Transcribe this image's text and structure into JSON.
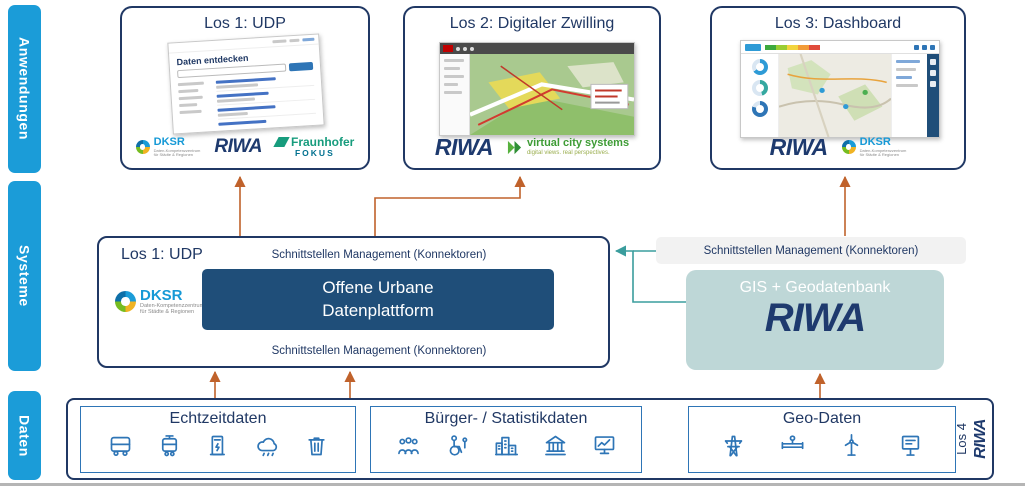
{
  "colors": {
    "accent_blue": "#1B9CD8",
    "navy": "#203864",
    "platform_blue": "#1F4E79",
    "gis_teal": "#BED7D7",
    "connector_gray": "#F2F2F2",
    "arrow_orange": "#C0622B",
    "arrow_teal": "#3A9D9D",
    "icon_blue": "#2E75B6"
  },
  "layers": {
    "applications": "Anwendungen",
    "systems": "Systeme",
    "data": "Daten"
  },
  "applications": {
    "box1": {
      "title": "Los 1: UDP",
      "screenshot_heading": "Daten entdecken"
    },
    "box2": {
      "title": "Los 2: Digitaler Zwilling"
    },
    "box3": {
      "title": "Los 3: Dashboard"
    }
  },
  "systems": {
    "udp_box": {
      "title": "Los 1: UDP",
      "connector_top": "Schnittstellen Management (Konnektoren)",
      "platform_line1": "Offene Urbane",
      "platform_line2": "Datenplattform",
      "connector_bottom": "Schnittstellen Management (Konnektoren)"
    },
    "connector_box": "Schnittstellen Management (Konnektoren)",
    "gis_box": {
      "title": "GIS + Geodatenbank",
      "logo": "RIWA"
    }
  },
  "data_layer": {
    "groups": [
      {
        "title": "Echtzeitdaten",
        "icons": [
          "bus",
          "tram",
          "charging-station",
          "weather-cloud",
          "waste-bin"
        ]
      },
      {
        "title": "Bürger- / Statistikdaten",
        "icons": [
          "citizens",
          "accessibility",
          "city-buildings",
          "public-building",
          "statistics-monitor"
        ]
      },
      {
        "title": "Geo-Daten",
        "icons": [
          "power-pylon",
          "pipe-network",
          "wind-turbine",
          "info-terminal"
        ]
      }
    ],
    "los4": {
      "label": "Los 4",
      "logo": "RIWA"
    }
  },
  "logos": {
    "dksr": {
      "name": "DKSR",
      "tagline1": "Daten-Kompetenzzentrum",
      "tagline2": "für Städte & Regionen"
    },
    "riwa": {
      "name": "RIWA"
    },
    "fraunhofer": {
      "name": "Fraunhofer",
      "sub": "FOKUS"
    },
    "vcs": {
      "name": "virtual city systems",
      "tagline": "digital views. real perspectives."
    }
  }
}
